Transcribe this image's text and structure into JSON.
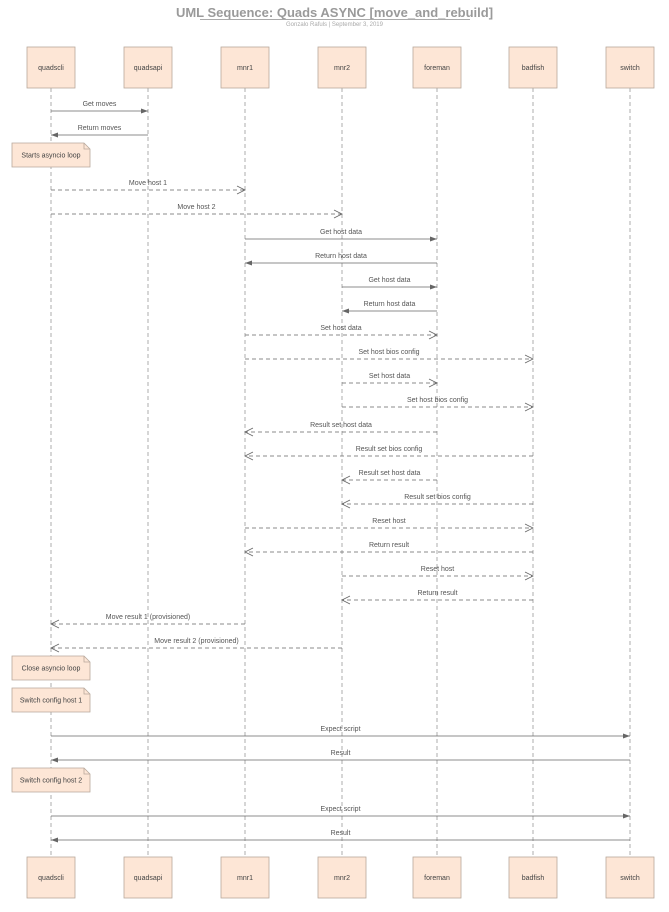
{
  "title": "UML Sequence: Quads ASYNC [move_and_rebuild]",
  "subtitle": "Gonzalo Rafuls  |  September 3, 2019",
  "colors": {
    "box_fill": "#fde6d6",
    "box_stroke": "#b8a89c",
    "line": "#666666"
  },
  "participants": [
    "quadscli",
    "quadsapi",
    "mnr1",
    "mnr2",
    "foreman",
    "badfish",
    "switch"
  ],
  "messages": [
    {
      "label": "Get moves",
      "from": 0,
      "to": 1,
      "style": "sync"
    },
    {
      "label": "Return moves",
      "from": 1,
      "to": 0,
      "style": "sync"
    },
    {
      "note": "Starts asyncio loop"
    },
    {
      "label": "Move host 1",
      "from": 0,
      "to": 2,
      "style": "async"
    },
    {
      "label": "Move host 2",
      "from": 0,
      "to": 3,
      "style": "async"
    },
    {
      "label": "Get host data",
      "from": 2,
      "to": 4,
      "style": "sync"
    },
    {
      "label": "Return host data",
      "from": 4,
      "to": 2,
      "style": "sync"
    },
    {
      "label": "Get host data",
      "from": 3,
      "to": 4,
      "style": "sync"
    },
    {
      "label": "Return host data",
      "from": 4,
      "to": 3,
      "style": "sync"
    },
    {
      "label": "Set host data",
      "from": 2,
      "to": 4,
      "style": "async"
    },
    {
      "label": "Set host bios config",
      "from": 2,
      "to": 5,
      "style": "async"
    },
    {
      "label": "Set host data",
      "from": 3,
      "to": 4,
      "style": "async"
    },
    {
      "label": "Set host bios config",
      "from": 3,
      "to": 5,
      "style": "async"
    },
    {
      "label": "Result set host data",
      "from": 4,
      "to": 2,
      "style": "async"
    },
    {
      "label": "Result set bios config",
      "from": 5,
      "to": 2,
      "style": "async"
    },
    {
      "label": "Result set host data",
      "from": 4,
      "to": 3,
      "style": "async"
    },
    {
      "label": "Result set bios config",
      "from": 5,
      "to": 3,
      "style": "async"
    },
    {
      "label": "Reset host",
      "from": 2,
      "to": 5,
      "style": "async"
    },
    {
      "label": "Return result",
      "from": 5,
      "to": 2,
      "style": "async"
    },
    {
      "label": "Reset host",
      "from": 3,
      "to": 5,
      "style": "async"
    },
    {
      "label": "Return result",
      "from": 5,
      "to": 3,
      "style": "async"
    },
    {
      "label": "Move result 1 (provisioned)",
      "from": 2,
      "to": 0,
      "style": "async"
    },
    {
      "label": "Move result 2 (provisioned)",
      "from": 3,
      "to": 0,
      "style": "async"
    },
    {
      "note": "Close asyncio loop"
    },
    {
      "note": "Switch config host 1"
    },
    {
      "label": "Expect script",
      "from": 0,
      "to": 6,
      "style": "sync"
    },
    {
      "label": "Result",
      "from": 6,
      "to": 0,
      "style": "sync"
    },
    {
      "note": "Switch config host 2"
    },
    {
      "label": "Expect script",
      "from": 0,
      "to": 6,
      "style": "sync"
    },
    {
      "label": "Result",
      "from": 6,
      "to": 0,
      "style": "sync"
    }
  ]
}
